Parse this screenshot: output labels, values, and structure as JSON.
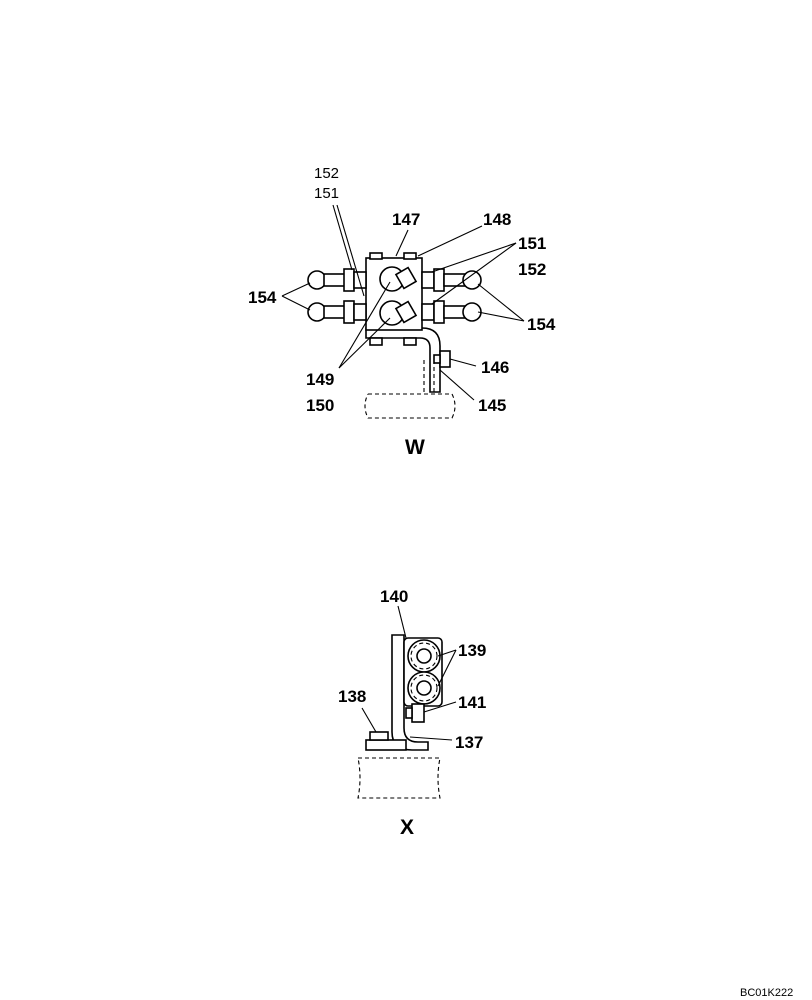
{
  "view_w": {
    "caption": "W",
    "labels": {
      "l152a": "152",
      "l151a": "151",
      "l147": "147",
      "l148": "148",
      "l151b": "151",
      "l152b": "152",
      "l154a": "154",
      "l154b": "154",
      "l149": "149",
      "l146": "146",
      "l150": "150",
      "l145": "145"
    }
  },
  "view_x": {
    "caption": "X",
    "labels": {
      "l140": "140",
      "l139": "139",
      "l138": "138",
      "l141": "141",
      "l137": "137"
    }
  },
  "drawing_code": "BC01K222"
}
